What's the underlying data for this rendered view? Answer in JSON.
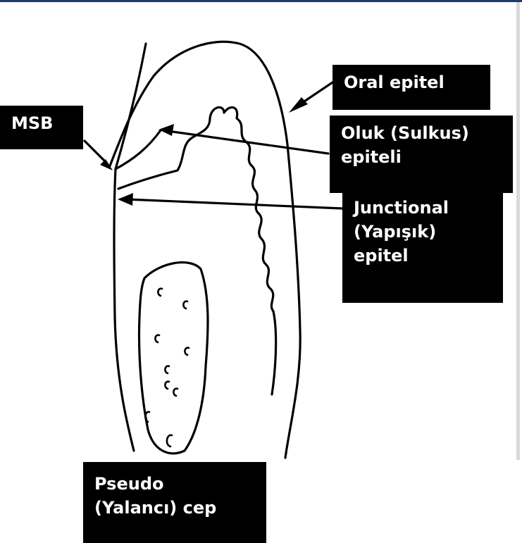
{
  "labels": {
    "oral": [
      "Oral epitel"
    ],
    "msb": [
      "MSB"
    ],
    "sulcus": [
      "Oluk (Sulkus)",
      "epiteli"
    ],
    "junctional": [
      "Junctional",
      "(Yapışık)",
      "epitel"
    ],
    "pseudo": [
      "Pseudo",
      "(Yalancı) cep"
    ]
  },
  "colors": {
    "label_bg": "#000000",
    "label_text": "#ffffff",
    "line": "#000000",
    "top_border": "#1f3b73",
    "divider": "#d9d9d9"
  }
}
